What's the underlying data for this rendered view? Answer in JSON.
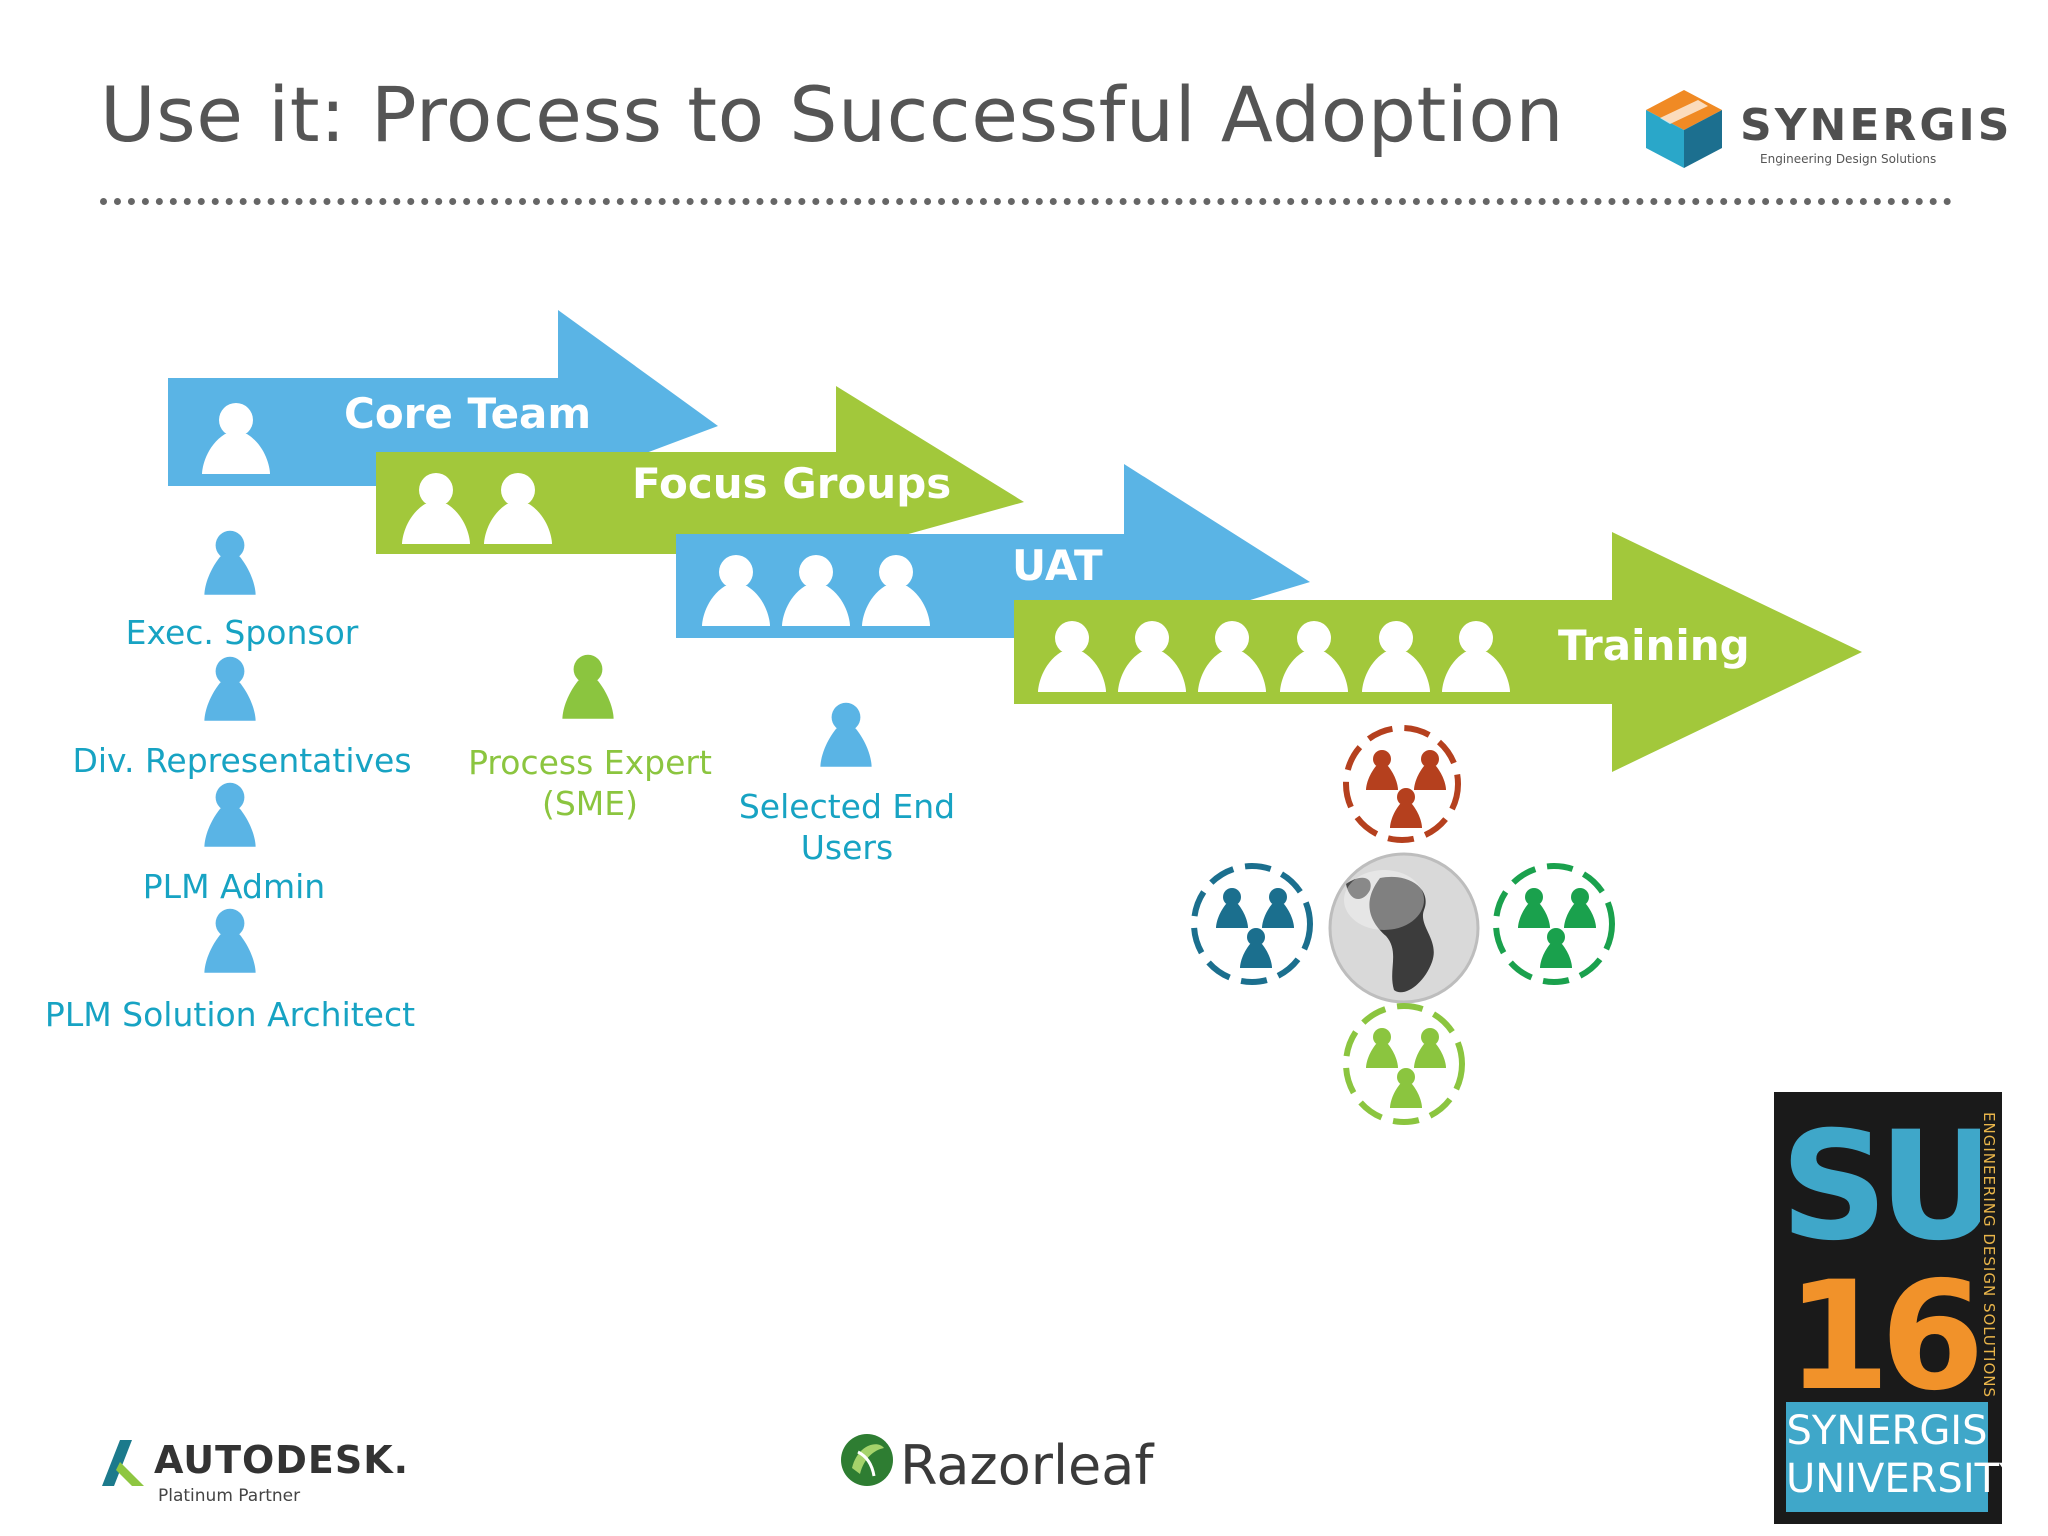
{
  "header": {
    "title": "Use it: Process to Successful Adoption",
    "logo_name": "SYNERGIS",
    "logo_tagline": "Engineering Design Solutions"
  },
  "stages": [
    {
      "label": "Core Team",
      "color": "#5ab4e5"
    },
    {
      "label": "Focus Groups",
      "color": "#a2c83b"
    },
    {
      "label": "UAT",
      "color": "#5ab4e5"
    },
    {
      "label": "Training",
      "color": "#a2c83b"
    }
  ],
  "roles": {
    "exec_sponsor": "Exec. Sponsor",
    "div_reps": "Div. Representatives",
    "plm_admin": "PLM Admin",
    "plm_architect": "PLM Solution Architect",
    "process_expert_1": "Process Expert",
    "process_expert_2": "(SME)",
    "end_users_1": "Selected End",
    "end_users_2": "Users"
  },
  "colors": {
    "role_text": "#17a3c3",
    "green_text": "#8bc53f",
    "group_red": "#b5401e",
    "group_teal": "#1b6f8e",
    "group_green": "#1aa14d",
    "group_lightgreen": "#8bc53f"
  },
  "footer": {
    "autodesk_name": "AUTODESK.",
    "autodesk_sub": "Platinum Partner",
    "razorleaf": "Razorleaf",
    "su_line1": "SYNERGIS",
    "su_line2": "UNIVERSITY",
    "su_side": "ENGINEERING DESIGN SOLUTIONS",
    "su_mark_top": "SU",
    "su_mark_bottom": "16"
  }
}
